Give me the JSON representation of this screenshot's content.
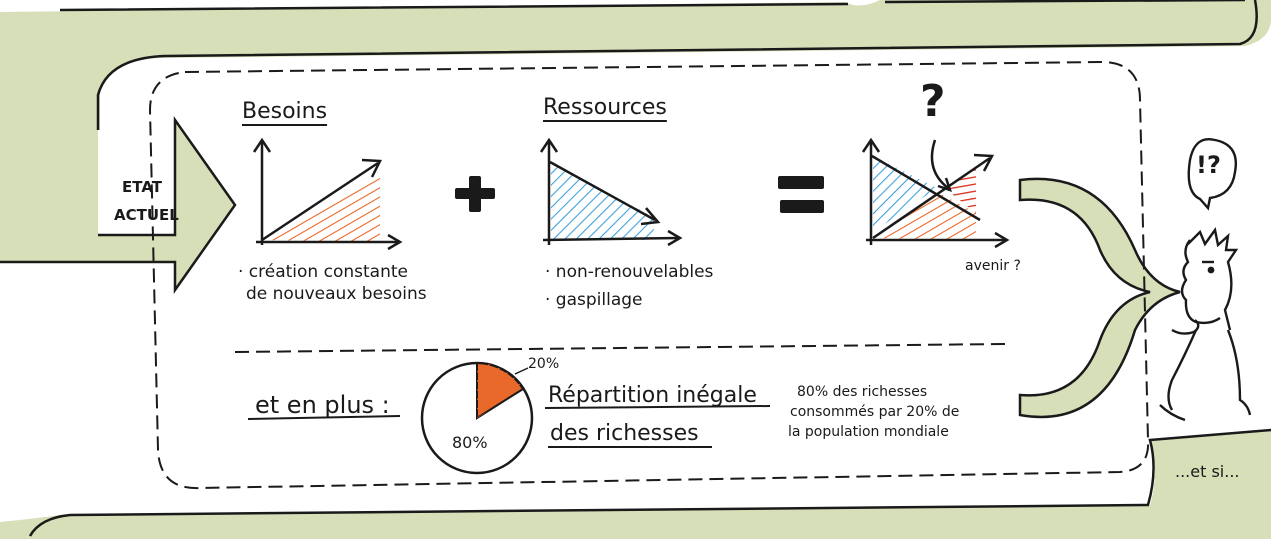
{
  "state_label": [
    "ETAT",
    "ACTUEL"
  ],
  "needs": {
    "title": "Besoins",
    "bullets": [
      "· création constante",
      "de nouveaux besoins"
    ]
  },
  "resources": {
    "title": "Ressources",
    "bullets": [
      "· non-renouvelables",
      "· gaspillage"
    ]
  },
  "result": {
    "question": "?",
    "axis_note": "avenir ?"
  },
  "extra": {
    "lead": "et en plus :",
    "pie_small_label": "20%",
    "pie_large_label": "80%",
    "heading_line1": "Répartition inégale",
    "heading_line2": "des richesses",
    "note": [
      "80% des richesses",
      "consommés par 20% de",
      "la population mondiale"
    ]
  },
  "thinker": {
    "bubble": "!?"
  },
  "closing": "...et si...",
  "colors": {
    "band": "#d6dfb8",
    "orange": "#e8692a",
    "blue": "#3fa3dc",
    "red": "#d92c1a",
    "ink": "#1a1a1a"
  }
}
